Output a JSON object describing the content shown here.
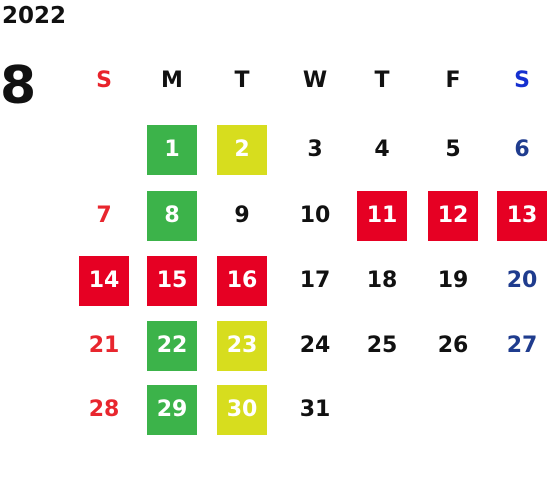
{
  "year": "2022",
  "month": "8",
  "weekdays": [
    "S",
    "M",
    "T",
    "W",
    "T",
    "F",
    "S"
  ],
  "weekday_colors": {
    "sunday": "#e8232b",
    "saturday": "#1530d0",
    "weekday": "#111111"
  },
  "date_colors": {
    "sunday": "#e8262e",
    "saturday": "#1f3c8e",
    "weekday": "#111111",
    "highlighted_text": "#ffffff"
  },
  "highlight_colors": {
    "green": "#3cb34a",
    "yellow": "#d7dd1e",
    "red": "#e60023"
  },
  "first_weekday_index": 1,
  "days_in_month": 31,
  "highlights": {
    "1": "green",
    "2": "yellow",
    "8": "green",
    "11": "red",
    "12": "red",
    "13": "red",
    "14": "red",
    "15": "red",
    "16": "red",
    "22": "green",
    "23": "yellow",
    "29": "green",
    "30": "yellow"
  }
}
